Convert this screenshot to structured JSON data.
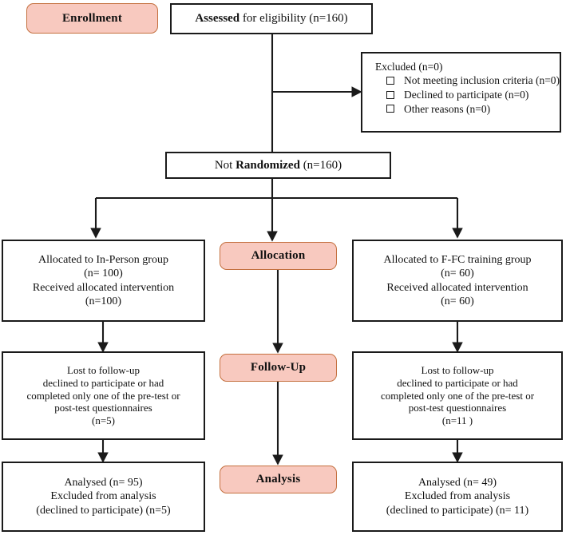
{
  "title": "CONSORT participant flow diagram",
  "colors": {
    "stage_fill": "#f8c9bf",
    "stage_border": "#c4703f",
    "box_border": "#1a1a1a",
    "connector": "#1a1a1a",
    "background": "#ffffff"
  },
  "stages": {
    "enrollment": "Enrollment",
    "allocation": "Allocation",
    "followup": "Follow-Up",
    "analysis": "Analysis"
  },
  "assessed": {
    "bold": "Assessed",
    "rest": " for eligibility (n=160)"
  },
  "excluded": {
    "heading": "Excluded (n=0)",
    "reasons": [
      "Not meeting inclusion criteria  (n=0)",
      "Declined to participate (n=0)",
      "Other reasons (n=0)"
    ]
  },
  "randomized": {
    "pre": "Not ",
    "bold": "Randomized",
    "post": " (n=160)"
  },
  "left": {
    "allocation": [
      "Allocated to In-Person group",
      "(n= 100)",
      "Received allocated intervention",
      "(n=100)"
    ],
    "followup": [
      "Lost to follow-up",
      "declined to participate or had",
      "completed only one of the pre-test or",
      "post-test questionnaires",
      "(n=5)"
    ],
    "analysis": [
      "Analysed (n= 95)",
      "Excluded from analysis",
      "(declined to participate) (n=5)"
    ]
  },
  "right": {
    "allocation": [
      "Allocated to F-FC training group",
      "(n= 60)",
      "Received allocated intervention",
      "(n= 60)"
    ],
    "followup": [
      "Lost to follow-up",
      "declined to participate or had",
      "completed only one of the pre-test or",
      "post-test questionnaires",
      "(n=11 )"
    ],
    "analysis": [
      "Analysed (n= 49)",
      "Excluded from analysis",
      "(declined to participate) (n= 11)"
    ]
  }
}
